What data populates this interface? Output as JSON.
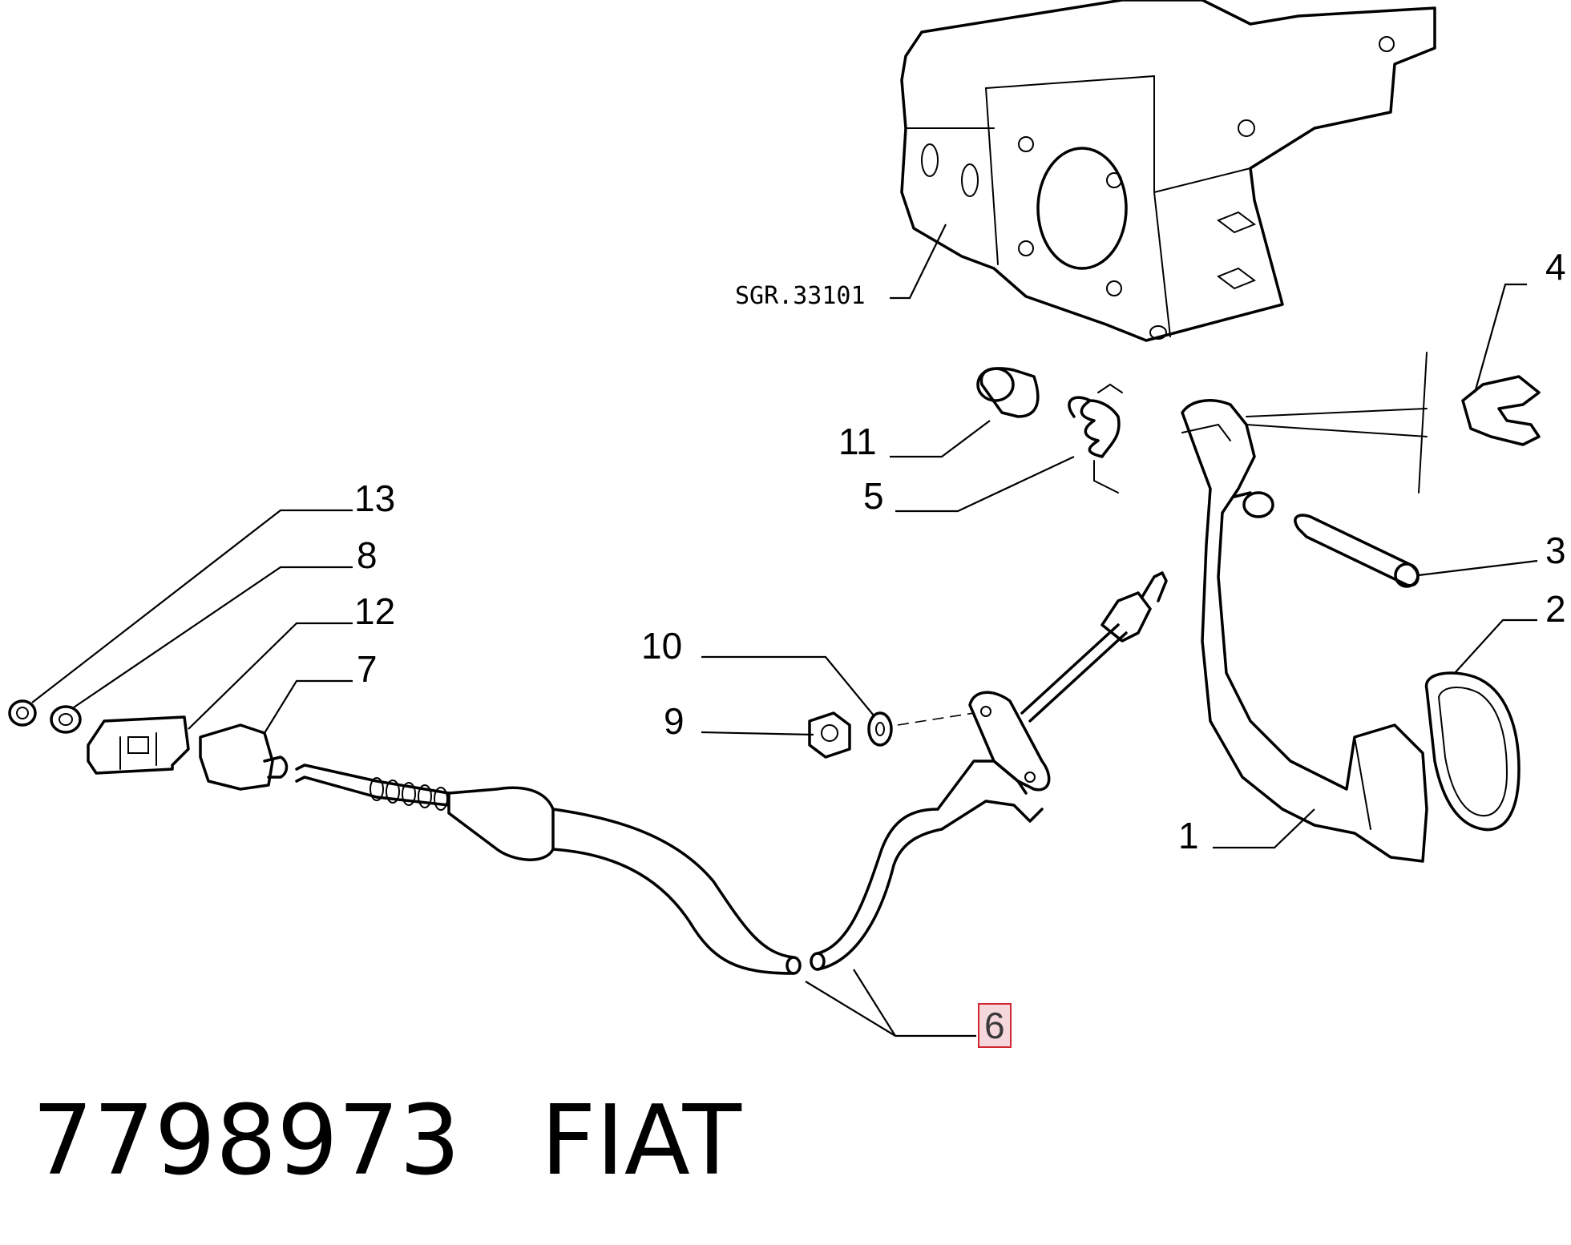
{
  "diagram": {
    "reference": "SGR.33101",
    "callouts": [
      {
        "id": "1",
        "label": "1"
      },
      {
        "id": "2",
        "label": "2"
      },
      {
        "id": "3",
        "label": "3"
      },
      {
        "id": "4",
        "label": "4"
      },
      {
        "id": "5",
        "label": "5"
      },
      {
        "id": "6",
        "label": "6",
        "highlighted": true
      },
      {
        "id": "7",
        "label": "7"
      },
      {
        "id": "8",
        "label": "8"
      },
      {
        "id": "9",
        "label": "9"
      },
      {
        "id": "10",
        "label": "10"
      },
      {
        "id": "11",
        "label": "11"
      },
      {
        "id": "12",
        "label": "12"
      },
      {
        "id": "13",
        "label": "13"
      }
    ],
    "highlight_color": "#d2262f"
  },
  "footer": {
    "part_number": "7798973",
    "brand": "FIAT"
  }
}
